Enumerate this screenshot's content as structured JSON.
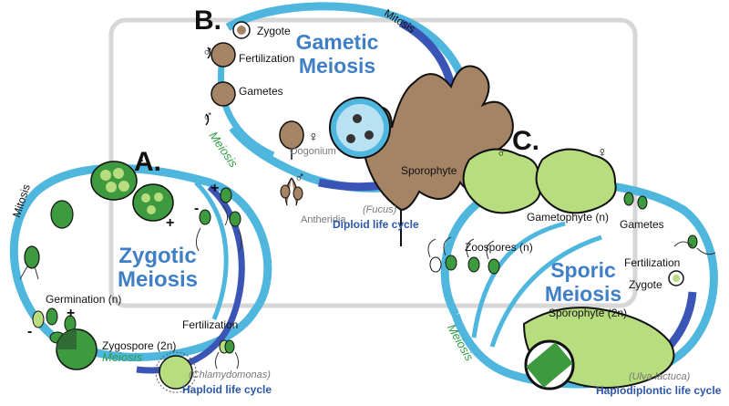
{
  "colors": {
    "light_blue": "#4fb6de",
    "dark_blue": "#3a55b5",
    "green_cell": "#3e9a3e",
    "light_green": "#b7dd7f",
    "brown": "#a58466",
    "frame": "#d7d7d7"
  },
  "panel_a": {
    "letter": "A.",
    "title": "Zygotic Meiosis",
    "mitosis": "Mitosis",
    "germination": "Germination (n)",
    "fertilization": "Fertilization",
    "zygospore": "Zygospore (2n)",
    "meiosis": "Meiosis",
    "species": "(Chlamydomonas)",
    "cycle_type": "Haploid life cycle"
  },
  "panel_b": {
    "letter": "B.",
    "title": "Gametic Meiosis",
    "zygote": "Zygote",
    "fertilization": "Fertilization",
    "gametes": "Gametes",
    "mitosis": "Mitosis",
    "meiosis": "Meiosis",
    "oogonium": "Oogonium",
    "antheridia": "Antheridia",
    "sporophyte": "Sporophyte",
    "species": "(Fucus)",
    "cycle_type": "Diploid life cycle"
  },
  "panel_c": {
    "letter": "C.",
    "title": "Sporic Meiosis",
    "gametophyte": "Gametophyte (n)",
    "gametes": "Gametes",
    "zoospores": "Zoospores (n)",
    "fertilization": "Fertilization",
    "zygote": "Zygote",
    "sporophyte": "Sporophyte (2n)",
    "meiosis": "Meiosis",
    "species": "(Ulva lactuca)",
    "cycle_type": "Haplodiplontic life cycle"
  },
  "symbols": {
    "male": "♂",
    "female": "♀",
    "plus": "+",
    "minus": "-"
  }
}
